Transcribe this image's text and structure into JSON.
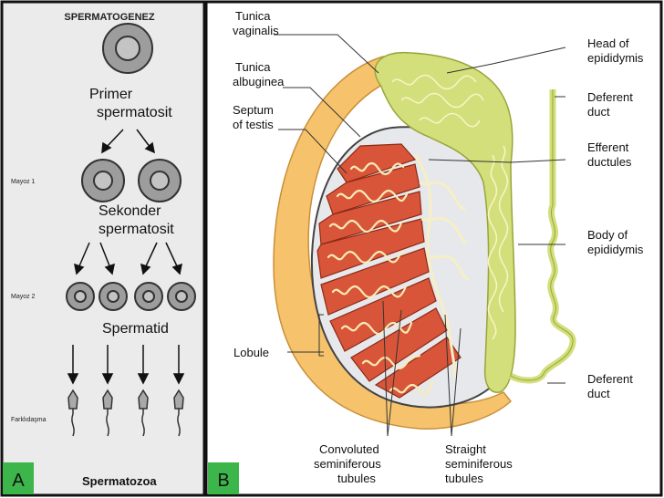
{
  "panel_a": {
    "title": "SPERMATOGENEZ",
    "primer_line1": "Primer",
    "primer_line2": "spermatosit",
    "mayoz1": "Mayoz 1",
    "sekonder_line1": "Sekonder",
    "sekonder_line2": "spermatosit",
    "mayoz2": "Mayoz 2",
    "spermatid": "Spermatid",
    "farklidasma": "Farklıdaşma",
    "spermatozoa": "Spermatozoa",
    "panel_label": "A"
  },
  "panel_b": {
    "panel_label": "B",
    "tunica_vaginalis_1": "Tunica",
    "tunica_vaginalis_2": "vaginalis",
    "tunica_albuginea_1": "Tunica",
    "tunica_albuginea_2": "albuginea",
    "septum_1": "Septum",
    "septum_2": "of testis",
    "lobule": "Lobule",
    "convoluted_1": "Convoluted",
    "convoluted_2": "seminiferous",
    "convoluted_3": "tubules",
    "straight_1": "Straight",
    "straight_2": "seminiferous",
    "straight_3": "tubules",
    "head_epi_1": "Head of",
    "head_epi_2": "epididymis",
    "deferent_top_1": "Deferent",
    "deferent_top_2": "duct",
    "efferent_1": "Efferent",
    "efferent_2": "ductules",
    "body_epi_1": "Body of",
    "body_epi_2": "epididymis",
    "deferent_bot_1": "Deferent",
    "deferent_bot_2": "duct"
  },
  "colors": {
    "border": "#111111",
    "panel_a_bg": "#ebebeb",
    "cell_fill": "#9d9d9d",
    "label_box": "#3cb54a",
    "lobule_red": "#d9553a",
    "tunica_orange": "#f6c36c",
    "epididymis_green": "#d2df7a",
    "tubule_cream": "#f9ecb5",
    "interior_gray": "#e6e8ec"
  }
}
